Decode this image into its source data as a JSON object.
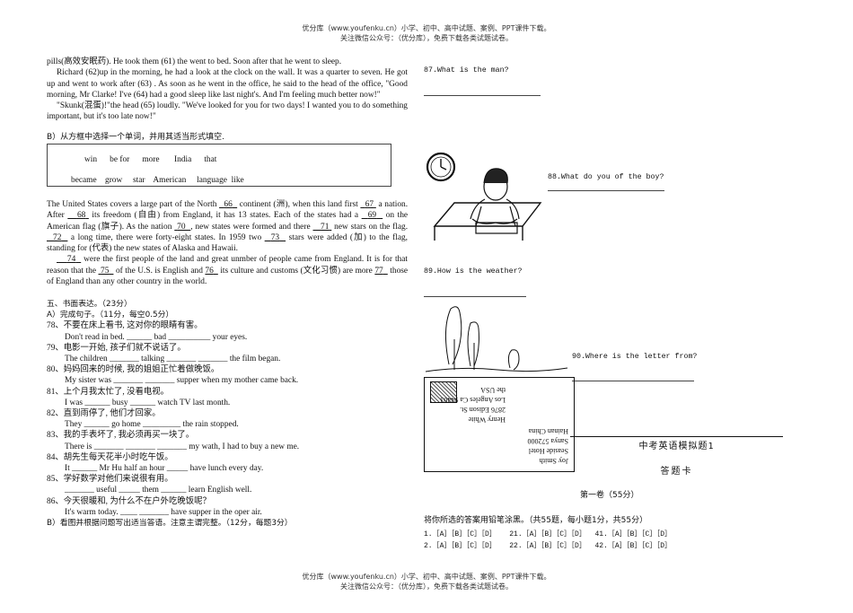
{
  "header": {
    "line1": "优分库（www.youfenku.cn）小学、初中、高中试题、案例、PPT课件下载。",
    "line2": "关注微信公众号：（优分库），免费下载各类试题试卷。"
  },
  "footer": {
    "line1": "优分库（www.youfenku.cn）小学、初中、高中试题、案例、PPT课件下载。",
    "line2": "关注微信公众号：（优分库），免费下载各类试题试卷。"
  },
  "story": {
    "p1": "pills(高效安眠药). He took them (61) the went to bed. Soon after that he went to sleep.",
    "p2": "Richard (62)up in the morning, he had a look at the clock on the wall. It was a quarter to seven. He got up and went to work after (63) . As soon as he went in the office, he said to the head of the office, \"Good morning, Mr Clarke! I've (64) had a good sleep like last night's. And I'm feeling much better now!\"",
    "p3": "\"Skunk(混蛋)!\"the head (65) loudly. \"We've looked for you for two days! I wanted you to do something important, but it's too late now!\""
  },
  "section_b": {
    "title": "B）从方框中选择一个单词，并用其适当形式填空."
  },
  "wordbox": {
    "row1": [
      "win",
      "be for",
      "more",
      "India",
      "that"
    ],
    "row2": [
      "became",
      "grow",
      "star",
      "American",
      "language",
      "like"
    ]
  },
  "passage": {
    "p1_a": "The United States covers a large part of the North",
    "b66": "66",
    "p1_b": "continent (洲), when this land first",
    "b67": "67",
    "p1_c": "a nation. After",
    "b68": "68",
    "p1_d": "its freedom (自由) from England, it has 13 states. Each of the states had a",
    "b69": "69",
    "p1_e": "on the American flag (旗子). As the nation",
    "b70": "70",
    "p1_f": ", new states were formed and there",
    "b71": "71",
    "p1_g": "new stars on the flag.",
    "b72": "72",
    "p1_h": "a long time, there were forty-eight states. In 1959 two",
    "b73": "73",
    "p1_i": "stars were added (加) to the flag, standing for (代表) the new states of Alaska and Hawaii.",
    "b74": "74",
    "p2_a": "were the first people of the land and great unmber of people came from England. It is for that reason that the",
    "b75": "75",
    "p2_b": "of the U.S. is English and",
    "b76": "76",
    "p2_c": "its culture and customs (文化习惯) are more",
    "b77": "77",
    "p2_d": "those of England than any other country in the world."
  },
  "section5": {
    "title": "五、书面表达。（23分）",
    "a_title": "A）完成句子。（11分，每空0.5分）",
    "items": [
      {
        "cn": "78、不要在床上看书, 这对你的眼睛有害。",
        "en": "Don't read in bed. ______ bad __________ your eyes."
      },
      {
        "cn": "79、电影一开始, 孩子们就不说话了。",
        "en": "The children _______ talking _______ _______ the film began."
      },
      {
        "cn": "80、妈妈回来的时候, 我的姐姐正忙着做晚饭。",
        "en": "My sister was _______ _______ supper when my mother came back."
      },
      {
        "cn": "81、上个月我太忙了, 没看电视。",
        "en": "I was ______ busy ______ watch TV last month."
      },
      {
        "cn": "82、直到雨停了, 他们才回家。",
        "en": "They ______ go home _________ the rain stopped."
      },
      {
        "cn": "83、我的手表坏了, 我必须再买一块了。",
        "en": "There is _______ _______ _______ my wath, I had to buy a new me."
      },
      {
        "cn": "84、胡先生每天花半小时吃午饭。",
        "en": "It ______ Mr Hu half an hour _____ have lunch every day."
      },
      {
        "cn": "85、学好数学对他们来说很有用。",
        "en": "_______ useful _____ them ______ learn English well."
      },
      {
        "cn": "86、今天很暖和, 为什么不在户外吃晚饭呢？",
        "en": "It's warm today. ____ _______ have supper in the oper air."
      }
    ],
    "b_title": "B）看图并根据问题写出适当答语。注意主谓完整。（12分，每题3分）"
  },
  "right_questions": {
    "q87": "87.What is the man?",
    "q88": "88.What do you of the boy?",
    "q89": "89.How is the weather?",
    "q90": "90.Where is the letter from?"
  },
  "envelope": {
    "sender": [
      "Joy Smith",
      "Seaside Hotel",
      "Sanya 572000",
      "Hainan China"
    ],
    "recipient": [
      "Henry White",
      "2876 Edison St.",
      "Los Angeles Ca 94403",
      "the USA"
    ]
  },
  "answer_card": {
    "title": "中考英语模拟题1",
    "subtitle": "答题卡",
    "part1": "第一卷（55分）",
    "instruction": "将你所选的答案用铅笔涂黑。（共55题，每小题1分，共55分）",
    "rows": [
      [
        "1.［A］［B］［C］［D］",
        "21.［A］［B］［C］［D］",
        "41.［A］［B］［C］［D］"
      ],
      [
        "2.［A］［B］［C］［D］",
        "22.［A］［B］［C］［D］",
        "42.［A］［B］［C］［D］"
      ]
    ]
  }
}
